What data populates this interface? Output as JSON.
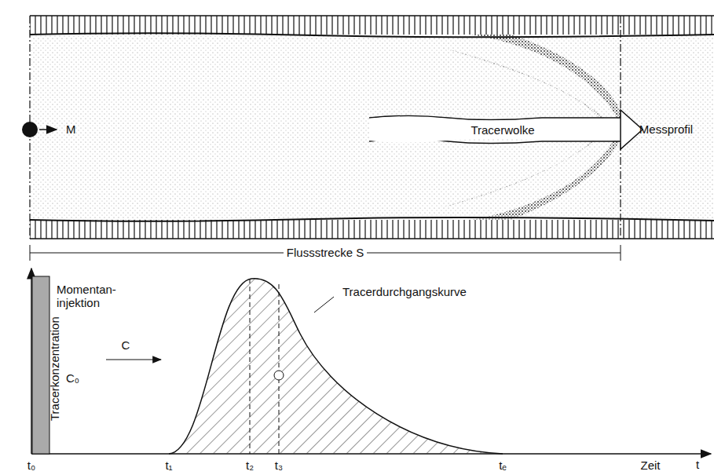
{
  "diagram": {
    "nodes": [
      {
        "text": [
          "Tracerwolke"
        ]
      }
    ],
    "labels": [
      "M",
      "Messprofil",
      "Flussstrecke S",
      "Tracerkonzentration",
      "Momentan- injektion",
      "C₀",
      "C",
      "Tracerdurchgangskurve",
      "t₀",
      "t₁",
      "t₂",
      "t₃",
      "tₑ",
      "Zeit",
      "t"
    ]
  }
}
